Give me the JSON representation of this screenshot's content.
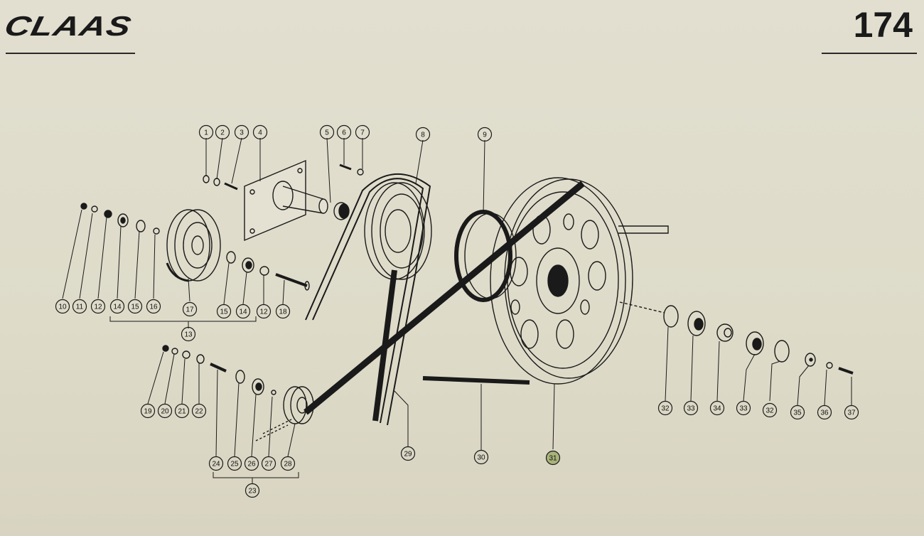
{
  "header": {
    "logo_text": "CLAAS",
    "page_number": "174"
  },
  "callouts": [
    {
      "id": "c1",
      "label": "1"
    },
    {
      "id": "c2",
      "label": "2"
    },
    {
      "id": "c3",
      "label": "3"
    },
    {
      "id": "c4",
      "label": "4"
    },
    {
      "id": "c5",
      "label": "5"
    },
    {
      "id": "c6",
      "label": "6"
    },
    {
      "id": "c7",
      "label": "7"
    },
    {
      "id": "c8",
      "label": "8"
    },
    {
      "id": "c9",
      "label": "9"
    },
    {
      "id": "c10",
      "label": "10"
    },
    {
      "id": "c11",
      "label": "11"
    },
    {
      "id": "c12a",
      "label": "12"
    },
    {
      "id": "c14a",
      "label": "14"
    },
    {
      "id": "c15a",
      "label": "15"
    },
    {
      "id": "c16",
      "label": "16"
    },
    {
      "id": "c17",
      "label": "17"
    },
    {
      "id": "c15b",
      "label": "15"
    },
    {
      "id": "c14b",
      "label": "14"
    },
    {
      "id": "c12b",
      "label": "12"
    },
    {
      "id": "c18",
      "label": "18"
    },
    {
      "id": "c13",
      "label": "13"
    },
    {
      "id": "c19",
      "label": "19"
    },
    {
      "id": "c20",
      "label": "20"
    },
    {
      "id": "c21",
      "label": "21"
    },
    {
      "id": "c22",
      "label": "22"
    },
    {
      "id": "c24",
      "label": "24"
    },
    {
      "id": "c25",
      "label": "25"
    },
    {
      "id": "c26",
      "label": "26"
    },
    {
      "id": "c27",
      "label": "27"
    },
    {
      "id": "c28",
      "label": "28"
    },
    {
      "id": "c23",
      "label": "23"
    },
    {
      "id": "c29",
      "label": "29"
    },
    {
      "id": "c30",
      "label": "30"
    },
    {
      "id": "c31",
      "label": "31"
    },
    {
      "id": "c32a",
      "label": "32"
    },
    {
      "id": "c33a",
      "label": "33"
    },
    {
      "id": "c34",
      "label": "34"
    },
    {
      "id": "c33b",
      "label": "33"
    },
    {
      "id": "c32b",
      "label": "32"
    },
    {
      "id": "c35",
      "label": "35"
    },
    {
      "id": "c36",
      "label": "36"
    },
    {
      "id": "c37",
      "label": "37"
    }
  ],
  "colors": {
    "paper": "#dedbc9",
    "ink": "#1a1a1a",
    "highlight": "#a9b27a"
  }
}
